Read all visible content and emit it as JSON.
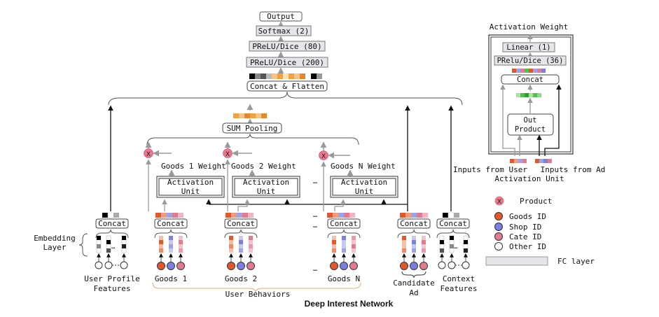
{
  "title": "Deep Interest Network",
  "top_stack": {
    "output": "Output",
    "softmax": "Softmax (2)",
    "prelu_80": "PReLU/Dice (80)",
    "prelu_200": "PReLU/Dice (200)",
    "concat_flatten": "Concat & Flatten"
  },
  "sum_pooling": "SUM Pooling",
  "weights": {
    "goods1": "Goods 1 Weight",
    "goods2": "Goods 2 Weight",
    "goodsN": "Goods N Weight"
  },
  "activation_unit": [
    "Activation",
    "Unit"
  ],
  "concat": "Concat",
  "ellipsis": "…",
  "x_mark": "X",
  "embedding_layer": [
    "Embedding",
    "Layer"
  ],
  "groups": {
    "user_profile": [
      "User Profile",
      "Features"
    ],
    "goods1": "Goods 1",
    "goods2": "Goods 2",
    "goodsN": "Goods N",
    "candidate": [
      "Candidate",
      "Ad"
    ],
    "context": [
      "Context",
      "Features"
    ],
    "user_behaviors": "User Behaviors"
  },
  "activation_detail": {
    "title": "Activation Weight",
    "linear": "Linear (1)",
    "prelu_36": "PRelu/Dice (36)",
    "concat": "Concat",
    "out_product": [
      "Out",
      "Product"
    ],
    "inputs_user": "Inputs from User",
    "inputs_ad": "Inputs from Ad",
    "caption": "Activation Unit"
  },
  "legend": {
    "product": "Product",
    "goods_id": "Goods ID",
    "shop_id": "Shop ID",
    "cate_id": "Cate ID",
    "other_id": "Other ID",
    "fc_layer": "FC layer"
  },
  "colors": {
    "goods": "#e2572b",
    "shop": "#7b7fe0",
    "cate": "#e27a90",
    "other": "#ffffff",
    "orange": "#f0a040",
    "green": "#50c050",
    "fc_fill": "#e6e6ea",
    "arrow_gray": "#9a9a9a"
  }
}
